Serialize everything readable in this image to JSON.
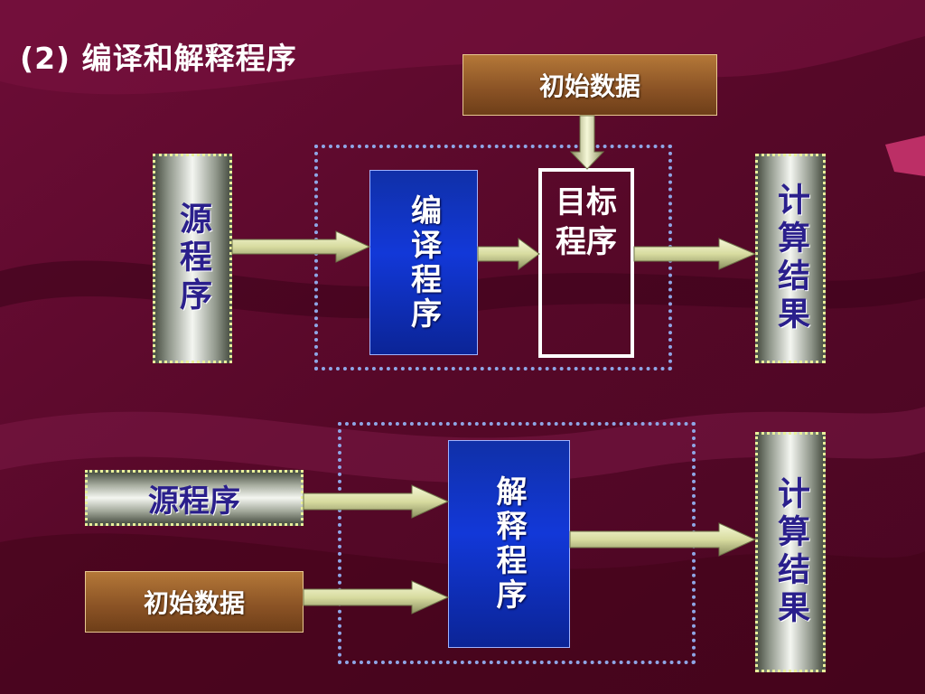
{
  "title": "(2) 编译和解释程序",
  "compile_section": {
    "initial_data": "初始数据",
    "source_program": "源程序",
    "compiler": "编译程序",
    "target_program": "目标程序",
    "result": "计算结果"
  },
  "interpret_section": {
    "source_program": "源程序",
    "initial_data": "初始数据",
    "interpreter": "解释程序",
    "result": "计算结果"
  },
  "colors": {
    "background": "#5a0a2c",
    "box_brown": "#8c5426",
    "box_blue": "#1238d8",
    "silver_text": "#2a1f8c",
    "frame_dots": "#8fa6e6",
    "arrow": "#e8ecb8"
  }
}
